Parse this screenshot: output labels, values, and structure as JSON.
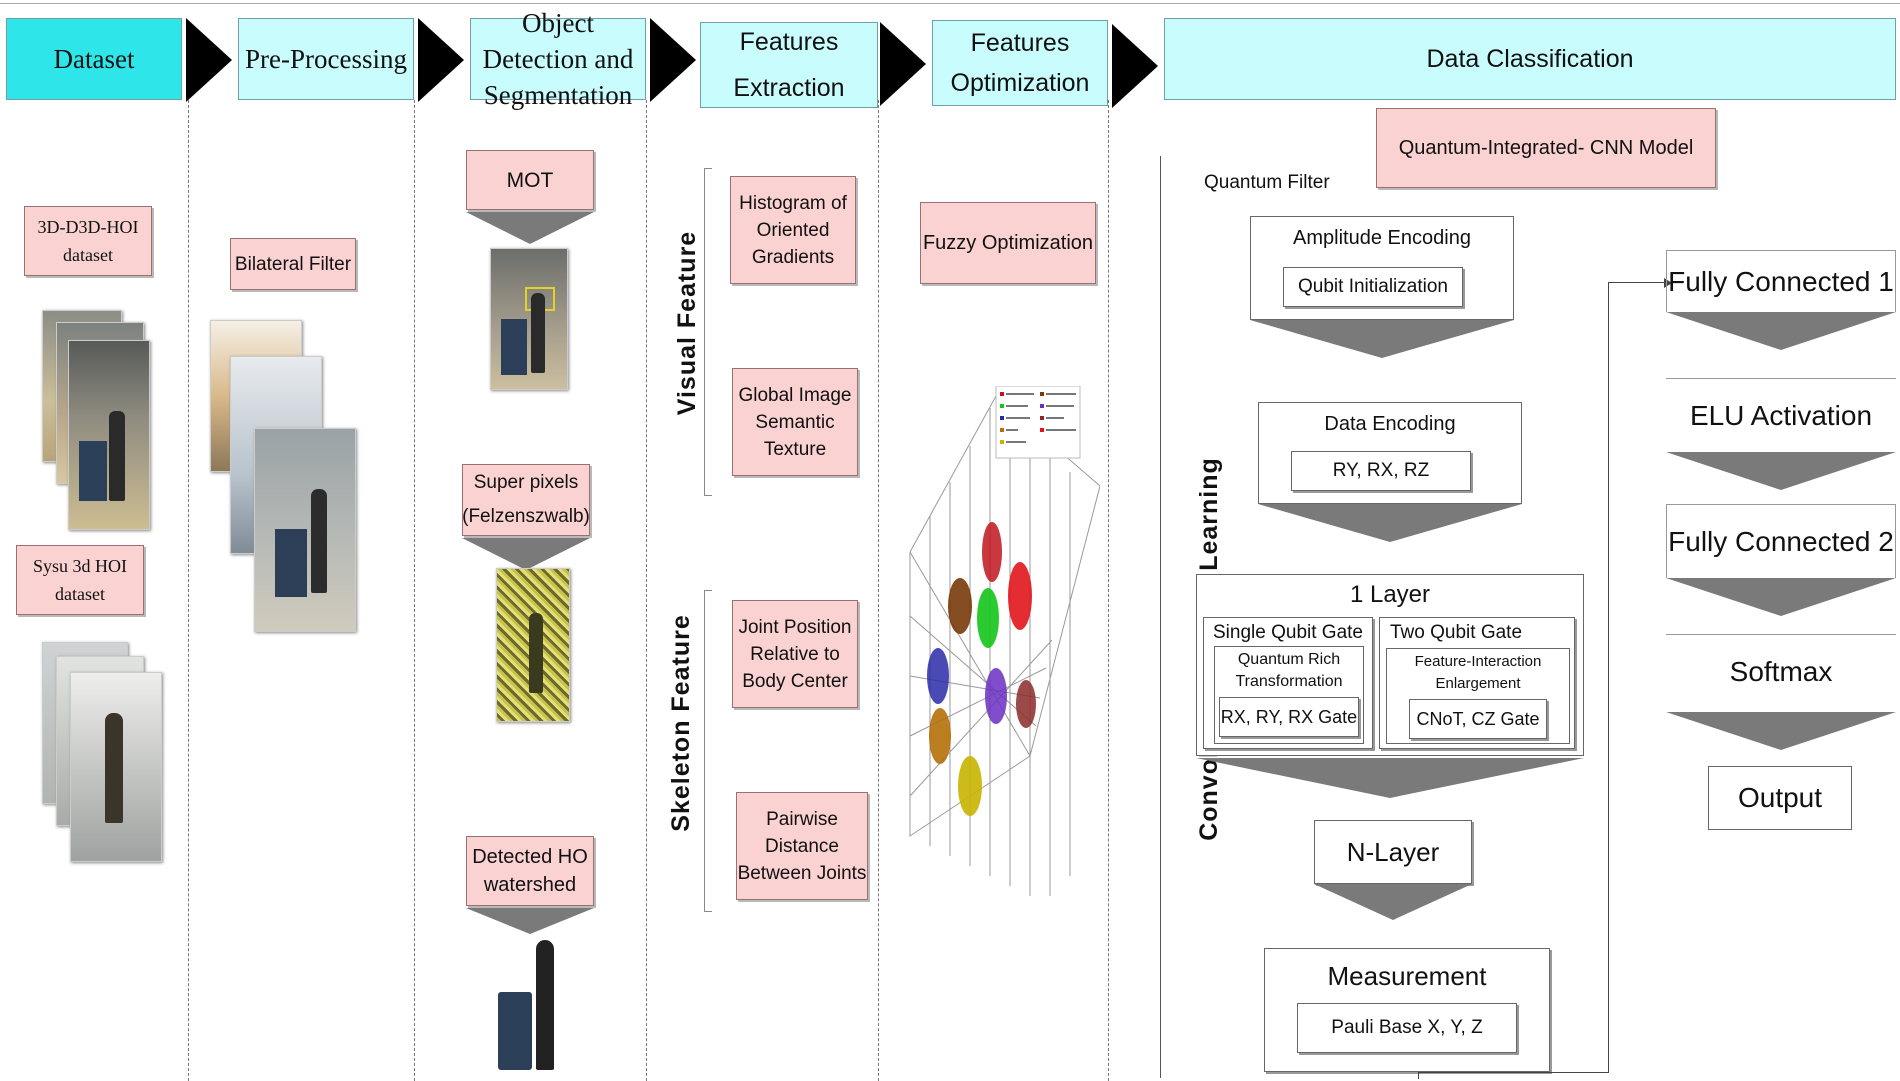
{
  "stages": {
    "dataset": "Dataset",
    "preprocessing": "Pre-Processing",
    "detection": "Object Detection and Segmentation",
    "extraction": "Features Extraction",
    "optimization": "Features Optimization",
    "classification": "Data Classification"
  },
  "dataset": {
    "d1": "3D-D3D-HOI dataset",
    "d2": "Sysu 3d HOI dataset"
  },
  "preprocessing": {
    "filter": "Bilateral Filter"
  },
  "detection": {
    "mot": "MOT",
    "superpixels": "Super pixels (Felzenszwalb)",
    "watershed": "Detected HO watershed"
  },
  "extraction": {
    "visual_label": "Visual Feature",
    "skeleton_label": "Skeleton Feature",
    "hog": "Histogram of Oriented Gradients",
    "gist": "Global Image Semantic Texture",
    "joint": "Joint Position Relative to Body Center",
    "pairwise": "Pairwise Distance Between Joints"
  },
  "optimization": {
    "fuzzy": "Fuzzy Optimization"
  },
  "classification": {
    "conv_label": "Convolution Feature Learning",
    "model": "Quantum-Integrated- CNN Model",
    "quantum_filter": "Quantum Filter",
    "amplitude": "Amplitude Encoding",
    "qubit_init": "Qubit Initialization",
    "data_encoding": "Data Encoding",
    "ry_rx_rz": "RY, RX, RZ",
    "layer1": "1 Layer",
    "single_gate": "Single Qubit Gate",
    "quantum_rich": "Quantum Rich Transformation",
    "rx_gate": "RX, RY, RX Gate",
    "two_gate": "Two Qubit Gate",
    "feature_interaction": "Feature-Interaction Enlargement",
    "cnot": "CNoT, CZ Gate",
    "nlayer": "N-Layer",
    "measurement": "Measurement",
    "pauli": "Pauli Base X, Y, Z",
    "fc1": "Fully Connected 1",
    "elu": "ELU Activation",
    "fc2": "Fully Connected 2",
    "softmax": "Softmax",
    "output": "Output"
  },
  "colors": {
    "header_bg": "#c9fcfc",
    "header_dark_bg": "#2ee6ea",
    "pink_box": "#fad2d2",
    "arrow": "#000000",
    "down_arrow": "#7a7a7a"
  }
}
